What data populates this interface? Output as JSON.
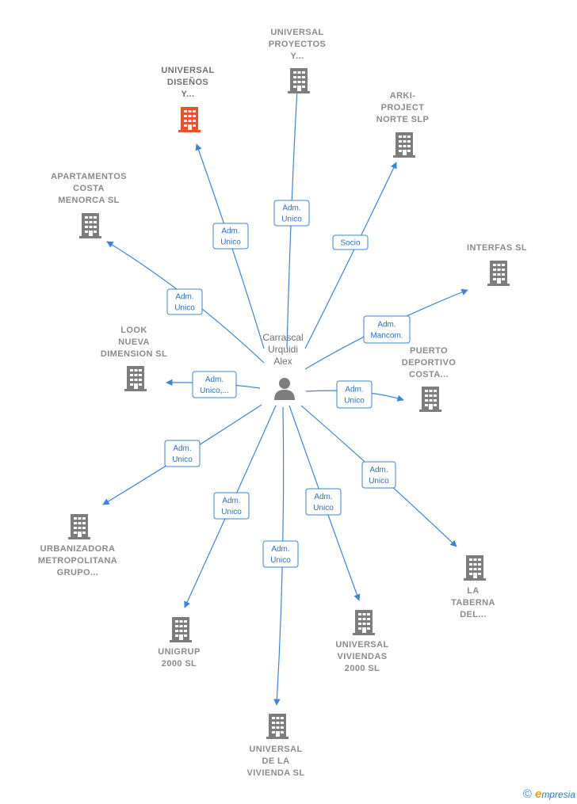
{
  "colors": {
    "edge": "#3a85d6",
    "building": "#7d7d7d",
    "building_highlight": "#e8542a",
    "label": "#8a8a8a"
  },
  "center": {
    "icon": "person-icon",
    "lines": [
      "Carrascal",
      "Urquidi",
      "Alex"
    ]
  },
  "nodes": [
    {
      "id": "universal-proyectos",
      "lines": [
        "UNIVERSAL",
        "PROYECTOS",
        "Y..."
      ],
      "relation": [
        "Adm.",
        "Unico"
      ],
      "highlight": false
    },
    {
      "id": "universal-disenos",
      "lines": [
        "UNIVERSAL",
        "DISEÑOS",
        "Y..."
      ],
      "relation": [
        "Adm.",
        "Unico"
      ],
      "highlight": true
    },
    {
      "id": "arki-project",
      "lines": [
        "ARKI-",
        "PROJECT",
        "NORTE SLP"
      ],
      "relation": [
        "Socio"
      ],
      "highlight": false
    },
    {
      "id": "apartamentos-costa",
      "lines": [
        "APARTAMENTOS",
        "COSTA",
        "MENORCA SL"
      ],
      "relation": [
        "Adm.",
        "Unico"
      ],
      "highlight": false
    },
    {
      "id": "interfas",
      "lines": [
        "INTERFAS SL"
      ],
      "relation": [
        "Adm.",
        "Mancom."
      ],
      "highlight": false
    },
    {
      "id": "look-nueva",
      "lines": [
        "LOOK",
        "NUEVA",
        "DIMENSION SL"
      ],
      "relation": [
        "Adm.",
        "Unico,..."
      ],
      "highlight": false
    },
    {
      "id": "puerto-deportivo",
      "lines": [
        "PUERTO",
        "DEPORTIVO",
        "COSTA..."
      ],
      "relation": [
        "Adm.",
        "Unico"
      ],
      "highlight": false
    },
    {
      "id": "urbanizadora",
      "lines": [
        "URBANIZADORA",
        "METROPOLITANA",
        "GRUPO..."
      ],
      "relation": [
        "Adm.",
        "Unico"
      ],
      "highlight": false
    },
    {
      "id": "la-taberna",
      "lines": [
        "LA",
        "TABERNA",
        "DEL..."
      ],
      "relation": [
        "Adm.",
        "Unico"
      ],
      "highlight": false
    },
    {
      "id": "unigrup",
      "lines": [
        "UNIGRUP",
        "2000 SL"
      ],
      "relation": [
        "Adm.",
        "Unico"
      ],
      "highlight": false
    },
    {
      "id": "universal-viviendas",
      "lines": [
        "UNIVERSAL",
        "VIVIENDAS",
        "2000 SL"
      ],
      "relation": [
        "Adm.",
        "Unico"
      ],
      "highlight": false
    },
    {
      "id": "universal-vivienda",
      "lines": [
        "UNIVERSAL",
        "DE LA",
        "VIVIENDA SL"
      ],
      "relation": [
        "Adm.",
        "Unico"
      ],
      "highlight": false
    }
  ],
  "footer": {
    "copyright": "©",
    "brand_initial": "e",
    "brand_rest": "mpresia"
  }
}
